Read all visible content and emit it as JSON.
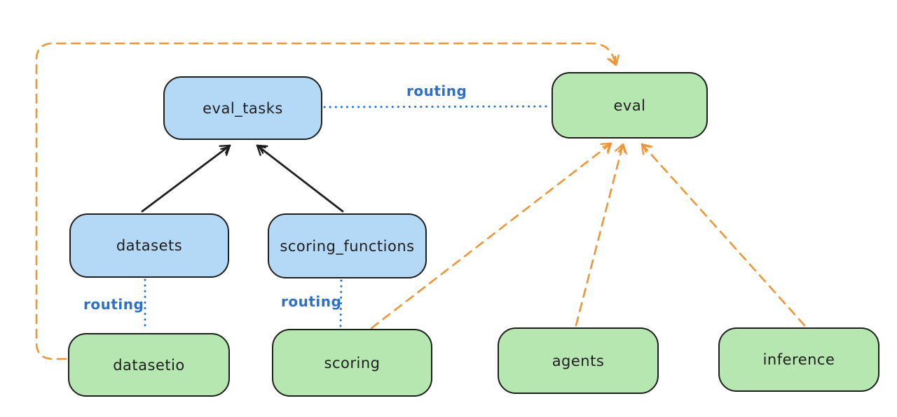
{
  "diagram": {
    "nodes": {
      "eval_tasks": {
        "label": "eval_tasks",
        "kind": "resource"
      },
      "eval": {
        "label": "eval",
        "kind": "api"
      },
      "datasets": {
        "label": "datasets",
        "kind": "resource"
      },
      "scoring_functions": {
        "label": "scoring_functions",
        "kind": "resource"
      },
      "datasetio": {
        "label": "datasetio",
        "kind": "api"
      },
      "scoring": {
        "label": "scoring",
        "kind": "api"
      },
      "agents": {
        "label": "agents",
        "kind": "api"
      },
      "inference": {
        "label": "inference",
        "kind": "api"
      }
    },
    "edge_labels": {
      "eval_tasks_eval": "routing",
      "datasets_datasetio": "routing",
      "scoring_functions_scoring": "routing"
    },
    "edges": [
      {
        "from": "datasets",
        "to": "eval_tasks",
        "style": "solid",
        "color": "black",
        "arrow": true,
        "label": ""
      },
      {
        "from": "scoring_functions",
        "to": "eval_tasks",
        "style": "solid",
        "color": "black",
        "arrow": true,
        "label": ""
      },
      {
        "from": "eval_tasks",
        "to": "eval",
        "style": "dotted",
        "color": "blue",
        "arrow": false,
        "label": "routing"
      },
      {
        "from": "datasets",
        "to": "datasetio",
        "style": "dotted",
        "color": "blue",
        "arrow": false,
        "label": "routing"
      },
      {
        "from": "scoring_functions",
        "to": "scoring",
        "style": "dotted",
        "color": "blue",
        "arrow": false,
        "label": "routing"
      },
      {
        "from": "datasetio",
        "to": "eval",
        "style": "dashed",
        "color": "orange",
        "arrow": true,
        "label": ""
      },
      {
        "from": "scoring",
        "to": "eval",
        "style": "dashed",
        "color": "orange",
        "arrow": true,
        "label": ""
      },
      {
        "from": "agents",
        "to": "eval",
        "style": "dashed",
        "color": "orange",
        "arrow": true,
        "label": ""
      },
      {
        "from": "inference",
        "to": "eval",
        "style": "dashed",
        "color": "orange",
        "arrow": true,
        "label": ""
      }
    ],
    "colors": {
      "node_blue_fill": "#b3d9f7",
      "node_green_fill": "#b7e7b0",
      "stroke": "#1e1e1e",
      "routing_blue": "#2e6fc7",
      "orange": "#ec9638",
      "background": "#ffffff"
    }
  }
}
